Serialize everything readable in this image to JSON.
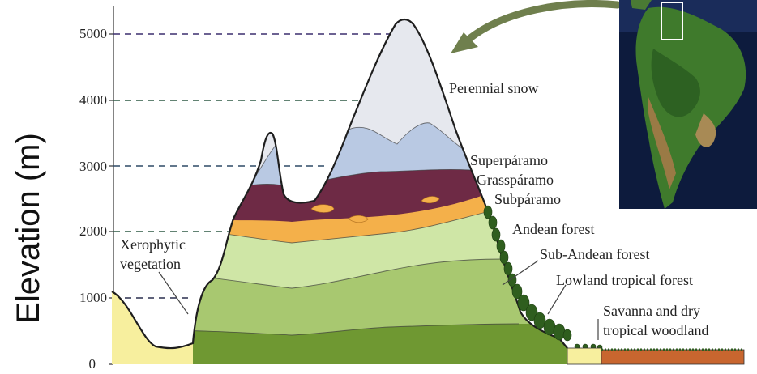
{
  "axis": {
    "ylabel": "Elevation (m)",
    "ticks": [
      "0",
      "1000",
      "2000",
      "3000",
      "4000",
      "5000"
    ]
  },
  "zones": {
    "perennial_snow": "Perennial snow",
    "superparamo": "Superpáramo",
    "grassparamo": "Grasspáramo",
    "subparamo": "Subpáramo",
    "andean_forest": "Andean forest",
    "sub_andean_forest": "Sub-Andean forest",
    "lowland_tropical_forest": "Lowland tropical forest",
    "savanna_line1": "Savanna and dry",
    "savanna_line2": "tropical woodland",
    "xerophytic_line1": "Xerophytic",
    "xerophytic_line2": "vegetation"
  },
  "colors": {
    "snow": "#e6e8ee",
    "superparamo": "#b9c9e3",
    "grassparamo": "#6e2a45",
    "subparamo": "#f4b04a",
    "andean_forest": "#cfe6a6",
    "sub_andean_forest": "#a8c870",
    "lowland_forest": "#7fa23c",
    "base": "#5e8a2a",
    "xerophytic": "#f2d7a8",
    "lowland_valley": "#f7ef9e",
    "savanna_soil": "#c8662f",
    "dashed_line": "#2a2f6b"
  },
  "inset_map": {
    "icon": "south-america-satellite-map"
  }
}
